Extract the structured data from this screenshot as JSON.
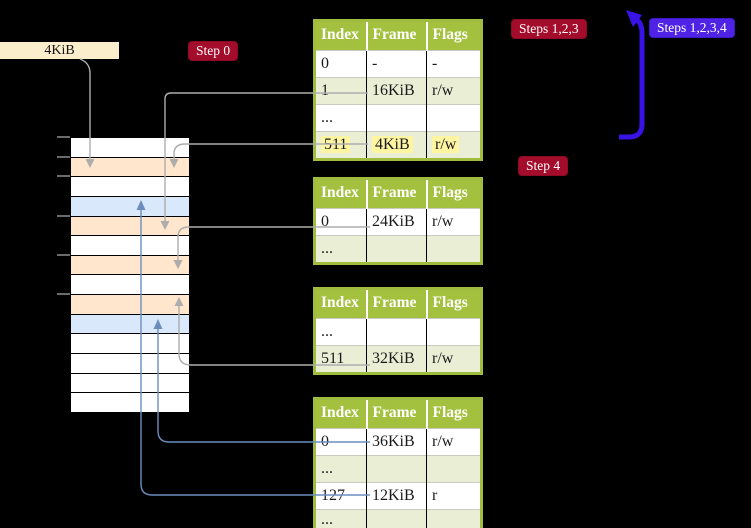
{
  "palette": {
    "page-bg": "#000000",
    "label-cream": "#fbeecd",
    "badge-red": "#a30c2a",
    "badge-blue": "#4f23e6",
    "arrow-blue": "#3912e6",
    "line-gray": "#adadad",
    "line-blue": "#6c8ebf",
    "frame-white": "#ffffff",
    "frame-peach": "#ffe6cc",
    "frame-blue": "#dae8fc",
    "header-green": "#a3c13e",
    "row-green": "#e9eed5",
    "border-green": "#9fbc3e",
    "highlight-yellow": "#fdf5a1"
  },
  "labels": {
    "page_size": "4KiB",
    "step0": "Step 0",
    "steps123": "Steps 1,2,3",
    "steps1234": "Steps 1,2,3,4",
    "step4": "Step 4"
  },
  "columns": [
    "Index",
    "Frame",
    "Flags"
  ],
  "tables": {
    "level4": {
      "rows": [
        {
          "index": "0",
          "frame": "-",
          "flags": "-"
        },
        {
          "index": "1",
          "frame": "16KiB",
          "flags": "r/w"
        },
        {
          "index": "...",
          "frame": "",
          "flags": ""
        },
        {
          "index": "511",
          "frame": "4KiB",
          "flags": "r/w"
        }
      ]
    },
    "level3": {
      "rows": [
        {
          "index": "0",
          "frame": "24KiB",
          "flags": "r/w"
        },
        {
          "index": "...",
          "frame": "",
          "flags": ""
        }
      ]
    },
    "level2": {
      "rows": [
        {
          "index": "...",
          "frame": "",
          "flags": ""
        },
        {
          "index": "511",
          "frame": "32KiB",
          "flags": "r/w"
        }
      ]
    },
    "level1": {
      "rows": [
        {
          "index": "0",
          "frame": "36KiB",
          "flags": "r/w"
        },
        {
          "index": "...",
          "frame": "",
          "flags": ""
        },
        {
          "index": "127",
          "frame": "12KiB",
          "flags": "r"
        },
        {
          "index": "...",
          "frame": "",
          "flags": ""
        }
      ]
    }
  },
  "memory": {
    "frame_colors": [
      "white",
      "peach",
      "white",
      "blue",
      "peach",
      "white",
      "peach",
      "white",
      "peach",
      "blue",
      "white",
      "white",
      "white",
      "white"
    ]
  }
}
